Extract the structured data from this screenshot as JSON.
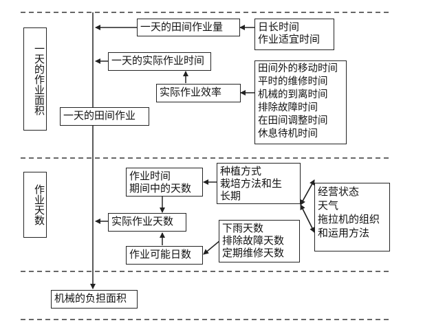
{
  "sections": {
    "area_label": "一天的作业面积",
    "days_label": "作业天数"
  },
  "nodes": {
    "daily_field_work": "一天的田间作业",
    "daily_actual_time": "一天的实际作业时间",
    "daily_field_volume": "一天的田间作业量",
    "time_factors": [
      "日长时间",
      "作业适宜时间"
    ],
    "actual_efficiency": "实际作业效率",
    "efficiency_factors": [
      "田间外的移动时间",
      "平时的维修时间",
      "机械的到离时间",
      "排除故障时间",
      "在田间调整时间",
      "休息待机时间"
    ],
    "period_days": [
      "作业时间",
      "期间中的天数"
    ],
    "planting_factors": [
      "种植方式",
      "栽培方法和生",
      "长期"
    ],
    "actual_work_days": "实际作业天数",
    "possible_work_days": "作业可能日数",
    "weather_factors": [
      "下雨天数",
      "排除故障天数",
      "定期维修天数"
    ],
    "org_factors": [
      "经营状态",
      "天气",
      "拖拉机的组织",
      "和运用方法"
    ],
    "machine_load_area": "机械的负担面积"
  },
  "colors": {
    "line": "#222222",
    "divider": "#333333",
    "background": "#ffffff"
  }
}
